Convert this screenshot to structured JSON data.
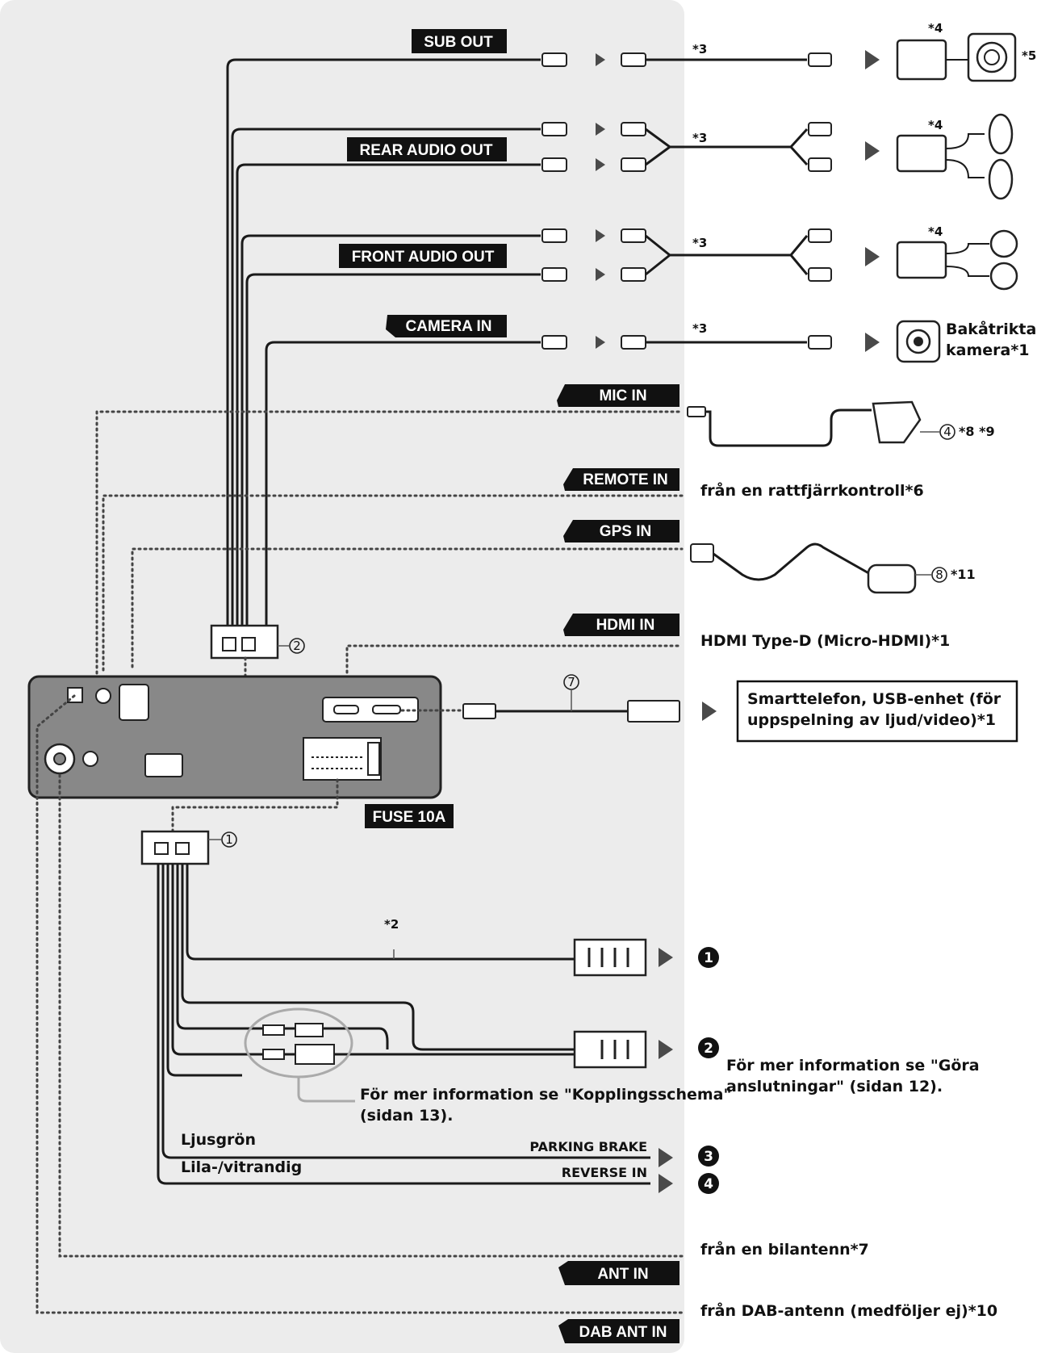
{
  "labels": {
    "sub_out": "SUB OUT",
    "rear_audio_out": "REAR AUDIO OUT",
    "front_audio_out": "FRONT AUDIO OUT",
    "camera_in": "CAMERA IN",
    "mic_in": "MIC IN",
    "remote_in": "REMOTE IN",
    "gps_in": "GPS IN",
    "hdmi_in": "HDMI IN",
    "fuse": "FUSE 10A",
    "ant_in": "ANT IN",
    "dab_ant_in": "DAB ANT IN"
  },
  "stars": {
    "s3": "*3",
    "s4": "*4",
    "s5": "*5",
    "s2": "*2"
  },
  "notes": {
    "camera_line1": "Bakåtriktad",
    "camera_line2": "kamera*1",
    "mic_ref": "*8 *9",
    "remote": "från en rattfjärrkontroll*6",
    "gps_ref": "*11",
    "hdmi": "HDMI Type-D (Micro-HDMI)*1",
    "usb_line1": "Smarttelefon, USB-enhet (för",
    "usb_line2": "uppspelning av ljud/video)*1",
    "kopplings_line1": "För mer information se \"Kopplingsschema\"",
    "kopplings_line2": "(sidan 13).",
    "gora_line1": "För mer information se \"Göra",
    "gora_line2": "anslutningar\" (sidan 12).",
    "ljusgron": "Ljusgrön",
    "lila": "Lila-/vitrandig",
    "parking_brake": "PARKING BRAKE",
    "reverse_in": "REVERSE IN",
    "bilantenn": "från en bilantenn*7",
    "dab": "från DAB-antenn (medföljer ej)*10"
  },
  "circled_numbers": {
    "n1": "1",
    "n2": "2",
    "n4": "4",
    "n7": "7",
    "n8": "8"
  },
  "bullets": {
    "b1": "1",
    "b2": "2",
    "b3": "3",
    "b4": "4"
  }
}
